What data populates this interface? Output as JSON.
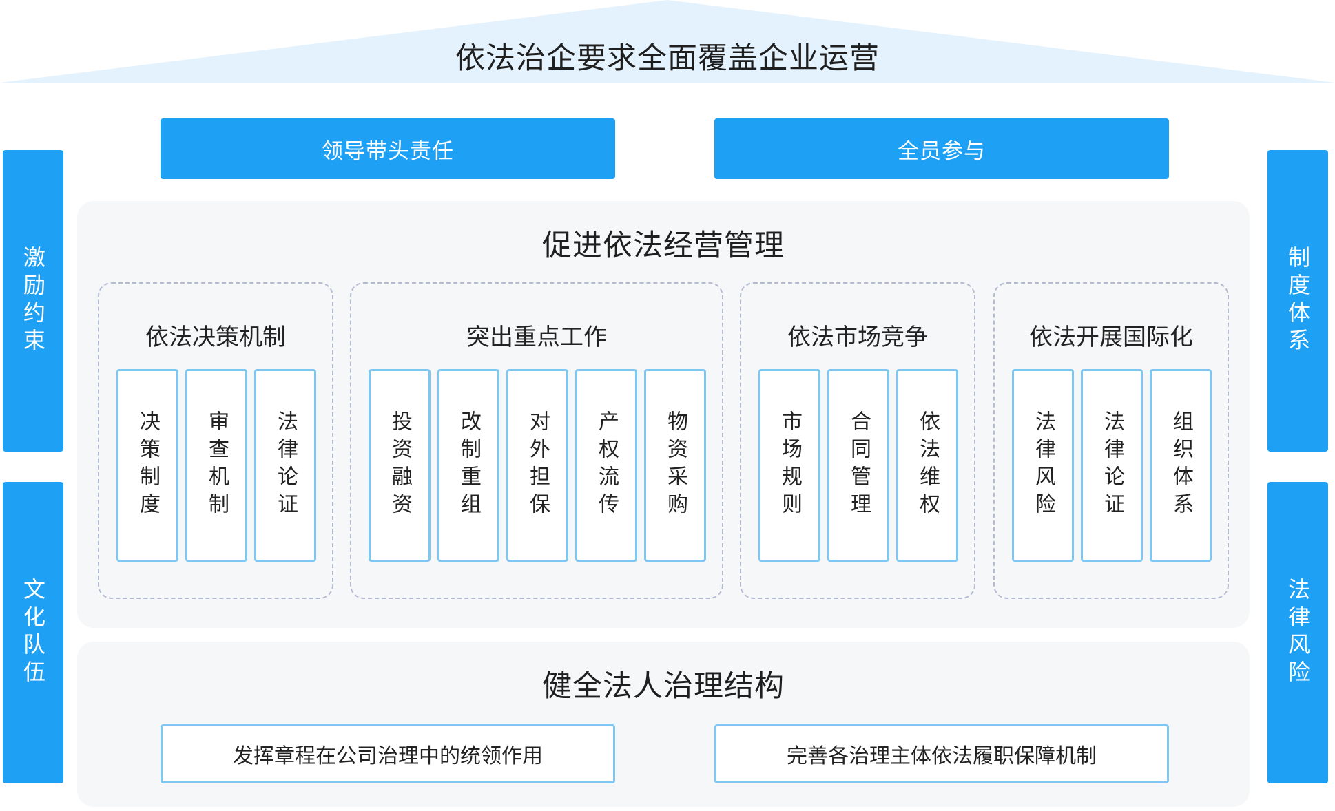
{
  "roof": {
    "title": "依法治企要求全面覆盖企业运营"
  },
  "pillars": {
    "left_top": "激励约束",
    "left_bottom": "文化队伍",
    "right_top": "制度体系",
    "right_bottom": "法律风险"
  },
  "top_bars": [
    "领导带头责任",
    "全员参与"
  ],
  "middle": {
    "title": "促进依法经营管理",
    "groups": [
      {
        "title": "依法决策机制",
        "items": [
          "决策制度",
          "审查机制",
          "法律论证"
        ]
      },
      {
        "title": "突出重点工作",
        "items": [
          "投资融资",
          "改制重组",
          "对外担保",
          "产权流传",
          "物资采购"
        ]
      },
      {
        "title": "依法市场竞争",
        "items": [
          "市场规则",
          "合同管理",
          "依法维权"
        ]
      },
      {
        "title": "依法开展国际化",
        "items": [
          "法律风险",
          "法律论证",
          "组织体系"
        ]
      }
    ]
  },
  "bottom": {
    "title": "健全法人治理结构",
    "items": [
      "发挥章程在公司治理中的统领作用",
      "完善各治理主体依法履职保障机制"
    ]
  },
  "colors": {
    "primary_blue": "#1ea0f5",
    "light_blue_border": "#7fc6f2",
    "roof_fill": "#e4f2fd",
    "panel_bg": "#f6f7f8",
    "dashed_border": "#b3bbd2"
  }
}
